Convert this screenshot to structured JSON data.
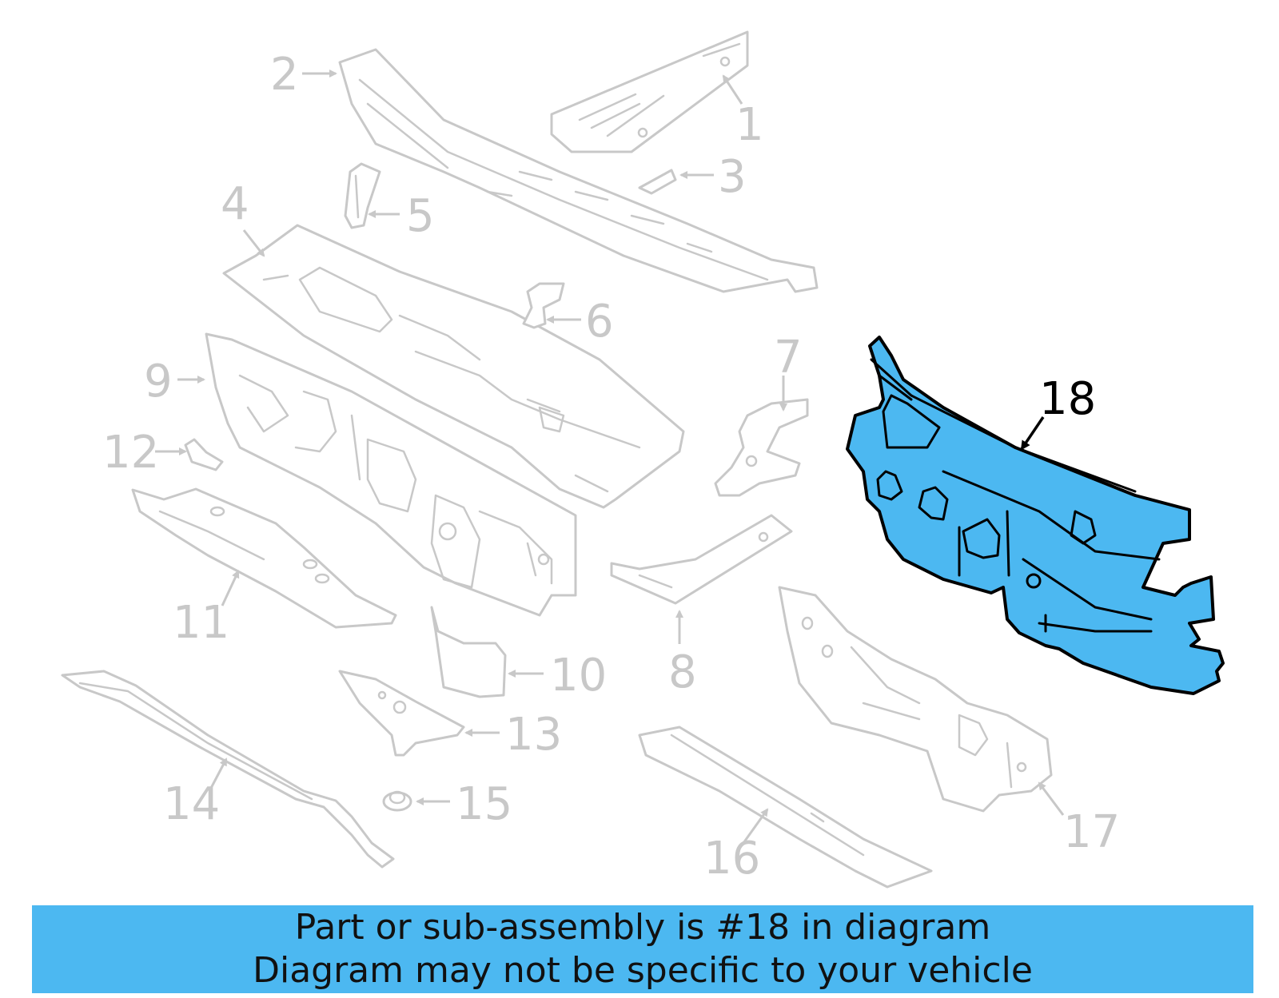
{
  "diagram": {
    "highlight_color": "#4cb8f1",
    "callouts": {
      "c1": "1",
      "c2": "2",
      "c3": "3",
      "c4": "4",
      "c5": "5",
      "c6": "6",
      "c7": "7",
      "c8": "8",
      "c9": "9",
      "c10": "10",
      "c11": "11",
      "c12": "12",
      "c13": "13",
      "c14": "14",
      "c15": "15",
      "c16": "16",
      "c17": "17",
      "c18": "18"
    },
    "highlighted_part": "18"
  },
  "banner": {
    "line1": "Part or sub-assembly is #18 in diagram",
    "line2": "Diagram may not be specific to your vehicle"
  }
}
